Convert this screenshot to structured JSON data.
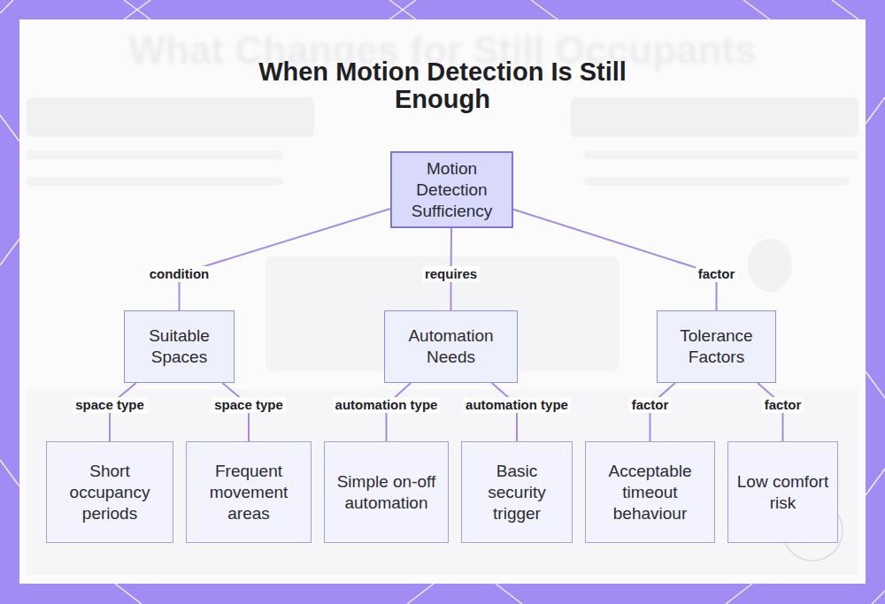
{
  "diagram": {
    "title": "When Motion Detection Is Still Enough",
    "nodes": [
      {
        "text": [
          "Motion Detection Sufficiency"
        ]
      },
      {
        "text": [
          "Suitable Spaces"
        ]
      },
      {
        "text": [
          "Automation Needs"
        ]
      },
      {
        "text": [
          "Tolerance Factors"
        ]
      },
      {
        "text": [
          "Short occupancy periods"
        ]
      },
      {
        "text": [
          "Frequent movement areas"
        ]
      },
      {
        "text": [
          "Simple on-off automation"
        ]
      },
      {
        "text": [
          "Basic security trigger"
        ]
      },
      {
        "text": [
          "Acceptable timeout behaviour"
        ]
      },
      {
        "text": [
          "Low comfort risk"
        ]
      }
    ],
    "edges": [
      {
        "from": 0,
        "to": 1,
        "label": "condition",
        "arrow": "none"
      },
      {
        "from": 0,
        "to": 2,
        "label": "requires",
        "arrow": "none"
      },
      {
        "from": 0,
        "to": 3,
        "label": "factor",
        "arrow": "none"
      },
      {
        "from": 1,
        "to": 4,
        "label": "space type",
        "arrow": "none"
      },
      {
        "from": 1,
        "to": 5,
        "label": "space type",
        "arrow": "none"
      },
      {
        "from": 2,
        "to": 6,
        "label": "automation type",
        "arrow": "none"
      },
      {
        "from": 2,
        "to": 7,
        "label": "automation type",
        "arrow": "none"
      },
      {
        "from": 3,
        "to": 8,
        "label": "factor",
        "arrow": "none"
      },
      {
        "from": 3,
        "to": 9,
        "label": "factor",
        "arrow": "none"
      }
    ],
    "labels": [
      "What Changes for Still Occupants"
    ]
  }
}
